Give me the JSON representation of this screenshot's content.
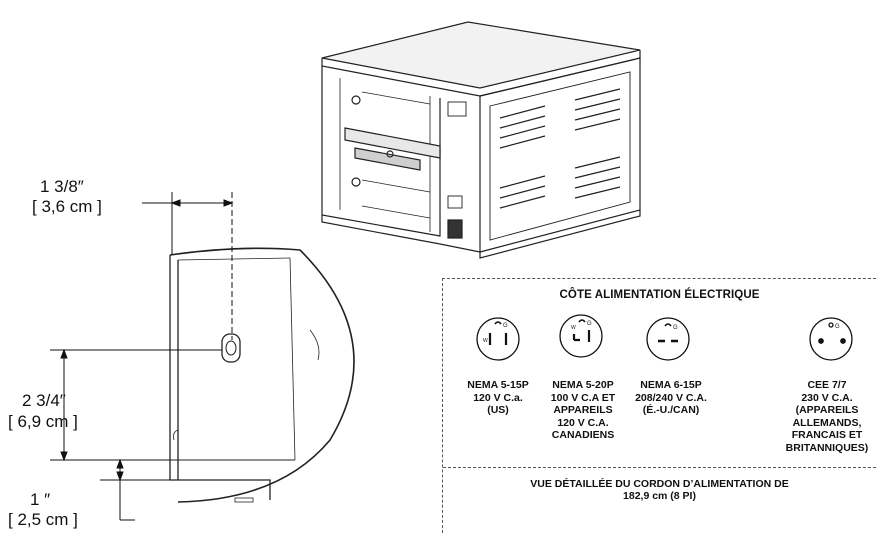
{
  "dimensions": {
    "top_imperial": "1 3/8″",
    "top_metric": "[ 3,6 cm ]",
    "middle_imperial": "2 3/4″",
    "middle_metric": "[ 6,9 cm ]",
    "bottom_imperial": "1 ″",
    "bottom_metric": "[ 2,5 cm ]"
  },
  "power_panel": {
    "title": "CÔTE ALIMENTATION ÉLECTRIQUE",
    "plugs": [
      {
        "lines": [
          "NEMA 5-15P",
          "120 V C.a.",
          "(US)"
        ],
        "icon": "nema-5-15p-outlet-icon"
      },
      {
        "lines": [
          "NEMA 5-20P",
          "100 V C.A ET",
          "APPAREILS",
          "120 V C.A.",
          "CANADIENS"
        ],
        "icon": "nema-5-20p-outlet-icon"
      },
      {
        "lines": [
          "NEMA 6-15P",
          "208/240 V C.A.",
          "(É.-U./CAN)"
        ],
        "icon": "nema-6-15p-outlet-icon"
      },
      {
        "lines": [
          "CEE 7/7",
          "230 V C.A.",
          "(APPAREILS",
          "ALLEMANDS,",
          "FRANCAIS ET",
          "BRITANNIQUES)"
        ],
        "icon": "cee-7-7-outlet-icon"
      }
    ],
    "footer_line1": "VUE DÉTAILLÉE DU CORDON D’ALIMENTATION DE",
    "footer_line2": "182,9 cm (8 PI)"
  }
}
